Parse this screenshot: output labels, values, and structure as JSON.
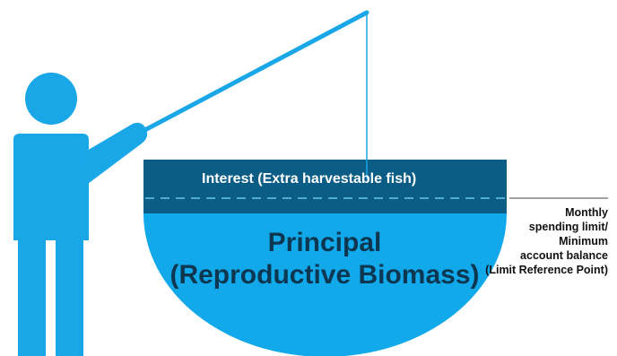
{
  "diagram": {
    "interest_label": "Interest (Extra harvestable fish)",
    "principal_label": {
      "line1": "Principal",
      "line2": "(Reproductive Biomass)"
    },
    "limit_label": {
      "line1": "Monthly",
      "line2": "spending limit/",
      "line3": "Minimum",
      "line4": "account balance",
      "line5": "(Limit Reference Point)"
    }
  },
  "colors": {
    "fisher": "#1aa7e8",
    "fishing_line": "#1aa7e8",
    "interest_band": "#0b5d86",
    "principal_fill": "#12a9ea",
    "dashed_line": "#63c6f1",
    "principal_text": "#0d3651",
    "limit_line": "#444444"
  }
}
